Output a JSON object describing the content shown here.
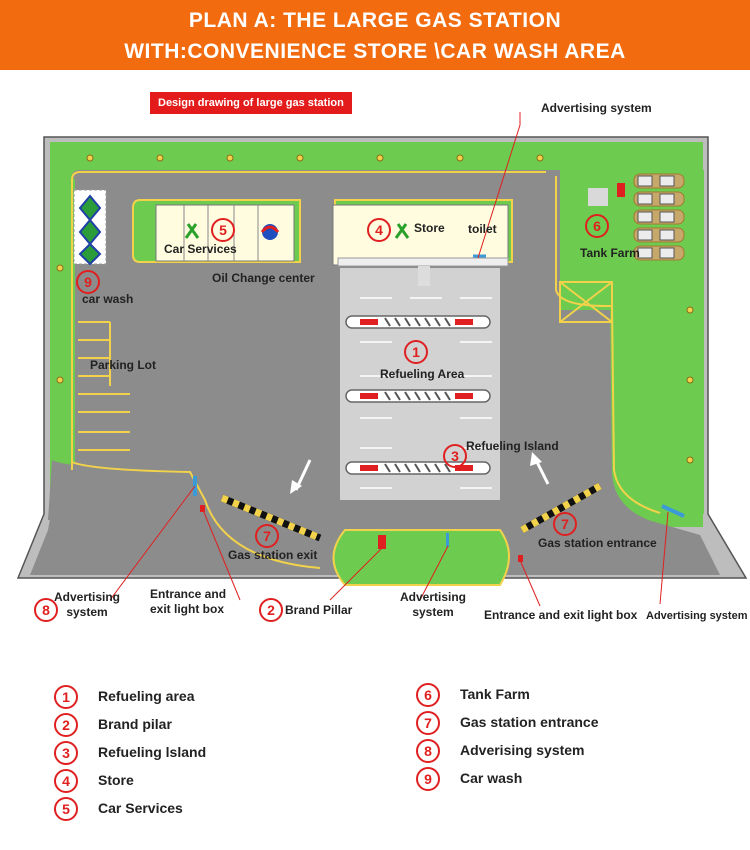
{
  "banner": {
    "line1": "PLAN A:  THE LARGE GAS STATION",
    "line2": "WITH:CONVENIENCE STORE \\CAR WASH AREA"
  },
  "plan_label": "Design drawing of large gas station",
  "colors": {
    "banner": "#f26b0f",
    "grass": "#6dcc4f",
    "road": "#8c8c8c",
    "yellow_line": "#f2d24b",
    "marker_red": "#e02020"
  },
  "labels": {
    "advertising_top": "Advertising system",
    "car_services": "Car Services",
    "store": "Store",
    "toilet": "toilet",
    "tank_farm": "Tank Farm",
    "oil_change": "Oil Change center",
    "car_wash": "car wash",
    "parking_lot": "Parking Lot",
    "refueling_area": "Refueling Area",
    "refueling_island": "Refueling Island",
    "gas_station_exit": "Gas station exit",
    "gas_station_entrance": "Gas station entrance",
    "advertising_left": "Advertising\nsystem",
    "entrance_exit_left": "Entrance and\nexit light box",
    "brand_pillar": "Brand Pillar",
    "advertising_mid": "Advertising\nsystem",
    "entrance_exit_right": "Entrance and exit light box",
    "advertising_right": "Advertising system"
  },
  "markers": {
    "m1": "1",
    "m2": "2",
    "m3": "3",
    "m4": "4",
    "m5": "5",
    "m6": "6",
    "m7": "7",
    "m8": "8",
    "m9": "9"
  },
  "legend": [
    {
      "num": "1",
      "text": "Refueling area"
    },
    {
      "num": "2",
      "text": "Brand pilar"
    },
    {
      "num": "3",
      "text": "Refueling lsland"
    },
    {
      "num": "4",
      "text": "Store"
    },
    {
      "num": "5",
      "text": "Car Services"
    },
    {
      "num": "6",
      "text": "Tank Farm"
    },
    {
      "num": "7",
      "text": "Gas station entrance"
    },
    {
      "num": "8",
      "text": "Adverising system"
    },
    {
      "num": "9",
      "text": "Car wash"
    }
  ]
}
